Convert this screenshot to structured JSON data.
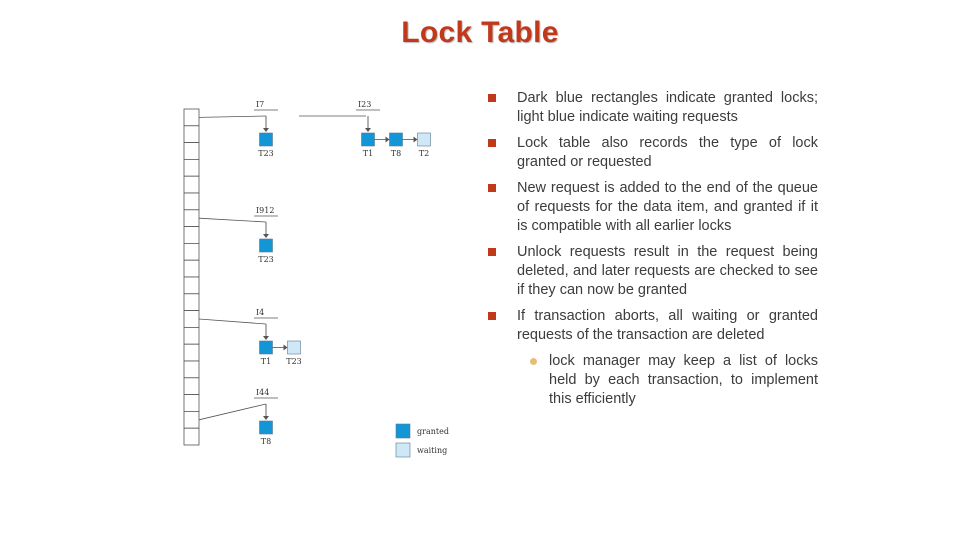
{
  "title": "Lock Table",
  "bullets": [
    {
      "text": "Dark blue rectangles indicate granted locks; light blue indicate waiting requests"
    },
    {
      "text": "Lock table also records the type of lock granted or requested"
    },
    {
      "text": "New request is added to the end of the queue of requests for the data item, and granted if it is compatible with all earlier locks"
    },
    {
      "text": "Unlock requests result in the request being deleted, and later requests are checked to see if they can now be granted"
    },
    {
      "text": "If transaction aborts, all waiting or granted requests of the transaction are deleted",
      "sub": [
        {
          "text": "lock manager may keep a list of locks held by each transaction, to implement this efficiently"
        }
      ]
    }
  ],
  "diagram": {
    "colors": {
      "granted": "#1296d6",
      "waiting": "#cfe8f7",
      "line": "#555555",
      "table_fill": "#ffffff"
    },
    "items": [
      {
        "name": "I7",
        "requests": [
          {
            "txn": "T23",
            "status": "granted"
          }
        ]
      },
      {
        "name": "I23",
        "requests": [
          {
            "txn": "T1",
            "status": "granted"
          },
          {
            "txn": "T8",
            "status": "granted"
          },
          {
            "txn": "T2",
            "status": "waiting"
          }
        ]
      },
      {
        "name": "I912",
        "requests": [
          {
            "txn": "T23",
            "status": "granted"
          }
        ]
      },
      {
        "name": "I4",
        "requests": [
          {
            "txn": "T1",
            "status": "granted"
          },
          {
            "txn": "T23",
            "status": "waiting"
          }
        ]
      },
      {
        "name": "I44",
        "requests": [
          {
            "txn": "T8",
            "status": "granted"
          }
        ]
      }
    ],
    "legend": [
      {
        "label": "granted",
        "status": "granted"
      },
      {
        "label": "waiting",
        "status": "waiting"
      }
    ]
  }
}
